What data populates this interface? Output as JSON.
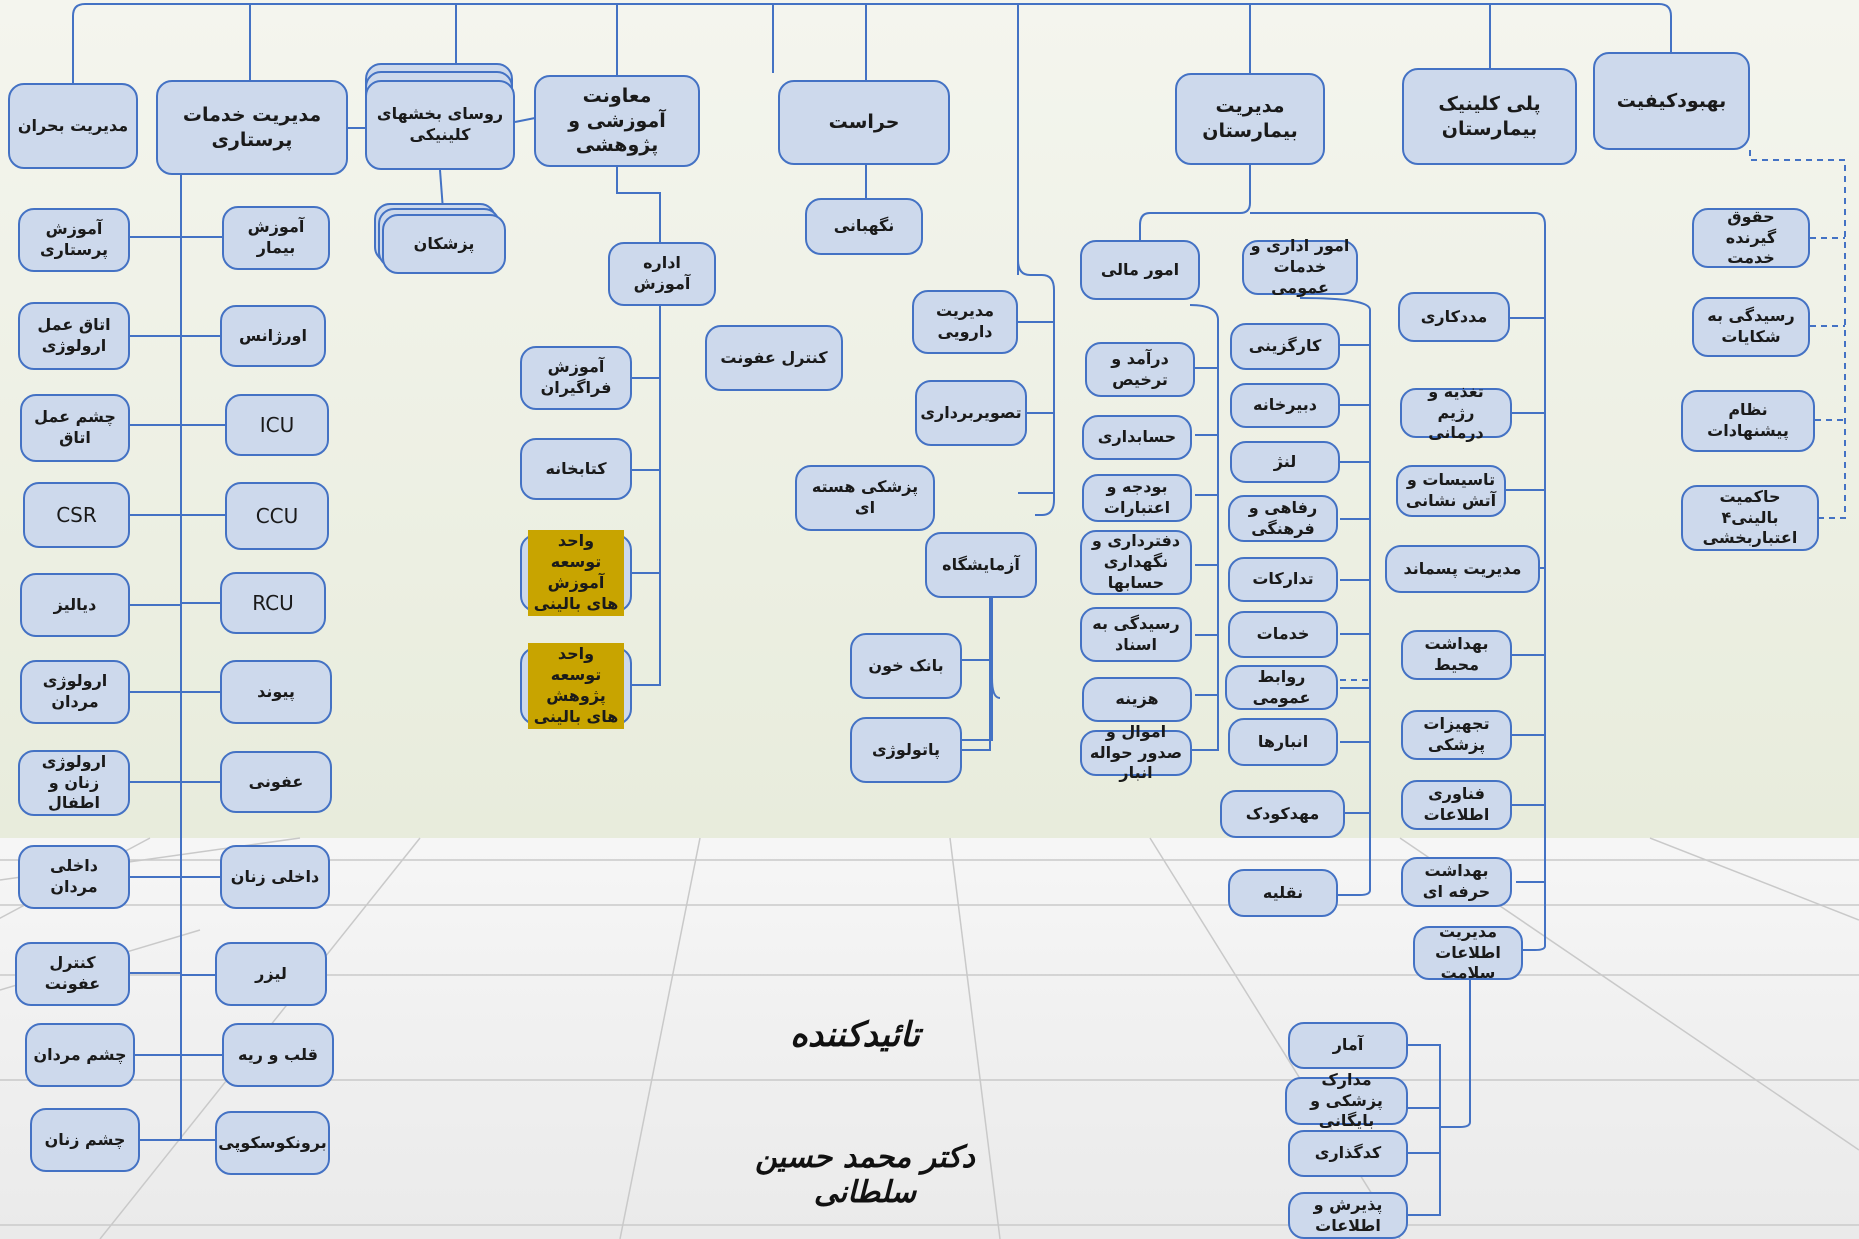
{
  "nodes": {
    "behbood": "بهبودکیفیت",
    "polyclinic": "پلی کلینیک بیمارستان",
    "hospital_mgmt": "مدیریت بیمارستان",
    "herasat": "حراست",
    "moavenat": "معاونت آموزشی و پژوهشی",
    "rousa": "روسای بخشهای کلینیکی",
    "nursing": "مدیریت خدمات پرستاری",
    "crisis": "مدیریت بحران",
    "doctors": "پزشکان",
    "negahbani": "نگهبانی",
    "edu_office": "اداره آموزش",
    "infection_ctrl": "کنترل عفونت",
    "trainee_edu": "آموزش فراگیران",
    "library": "کتابخانه",
    "clin_edu_unit": "واحد توسعه آموزش های بالینی",
    "clin_res_unit": "واحد توسعه پژوهش های بالینی",
    "pharmacy": "مدیریت دارویی",
    "imaging": "تصویربرداری",
    "nuclear": "پزشکی هسته ای",
    "lab": "آزمایشگاه",
    "blood_bank": "بانک خون",
    "pathology": "پاتولوژی",
    "finance": "امور مالی",
    "admin_services": "امور اداری و خدمات عمومی",
    "income": "درآمد و ترخیص",
    "accounting": "حسابداری",
    "budget": "بودجه و اعتبارات",
    "bookkeeping": "دفترداری و نگهداری حسابها",
    "doc_review": "رسیدگی به اسناد",
    "cost": "هزینه",
    "assets": "اموال و صدور حواله انبار",
    "staffing": "کارگزینی",
    "secretariat": "دبیرخانه",
    "laundry": "لنژ",
    "welfare": "رفاهی و فرهنگی",
    "procurement": "تدارکات",
    "services": "خدمات",
    "public_rel": "روابط عمومی",
    "warehouses": "انبارها",
    "kindergarten": "مهدکودک",
    "transport": "نقلیه",
    "social_work": "مددکاری",
    "nutrition": "تغذیه و رژیم درمانی",
    "facilities": "تاسیسات و آتش نشانی",
    "waste": "مدیریت پسماند",
    "env_health": "بهداشت محیط",
    "med_equip": "تجهیزات پزشکی",
    "it": "فناوری اطلاعات",
    "occ_health": "بهداشت حرفه ای",
    "him": "مدیریت اطلاعات سلامت",
    "stats": "آمار",
    "records": "مدارک پزشکی و بایگانی",
    "coding": "کدگذاری",
    "admission": "پذیرش و اطلاعات",
    "client_rights": "حقوق گیرنده خدمت",
    "complaints": "رسیدگی به شکایات",
    "suggestions": "نظام پیشنهادات",
    "governance": "حاکمیت بالینی۴ اعتباربخشی",
    "patient_edu": "آموزش بیمار",
    "nurse_edu": "آموزش پرستاری",
    "emergency": "اورژانس",
    "or_urology": "اتاق عمل ارولوژی",
    "icu": "ICU",
    "eye_or": "چشم عمل اتاق",
    "ccu": "CCU",
    "csr": "CSR",
    "rcu": "RCU",
    "dialysis": "دیالیز",
    "transplant": "پیوند",
    "urology_men": "ارولوژی مردان",
    "infectious": "عفونی",
    "urology_wc": "ارولوژی زنان و اطفال",
    "internal_women": "داخلی زنان",
    "internal_men": "داخلی مردان",
    "laser": "لیزر",
    "infection_ctrl2": "کنترل عفونت",
    "heart_lung": "قلب و ریه",
    "eye_men": "چشم مردان",
    "bronchoscopy": "برونکوسکوپی",
    "eye_women": "چشم زنان"
  },
  "signature": {
    "approver": "تائیدکننده",
    "name": "دکتر محمد حسین سلطانی"
  },
  "colors": {
    "node_fill": "#cdd9ec",
    "node_border": "#4472c4",
    "connector": "#4472c4",
    "highlight": "#c8a400"
  }
}
